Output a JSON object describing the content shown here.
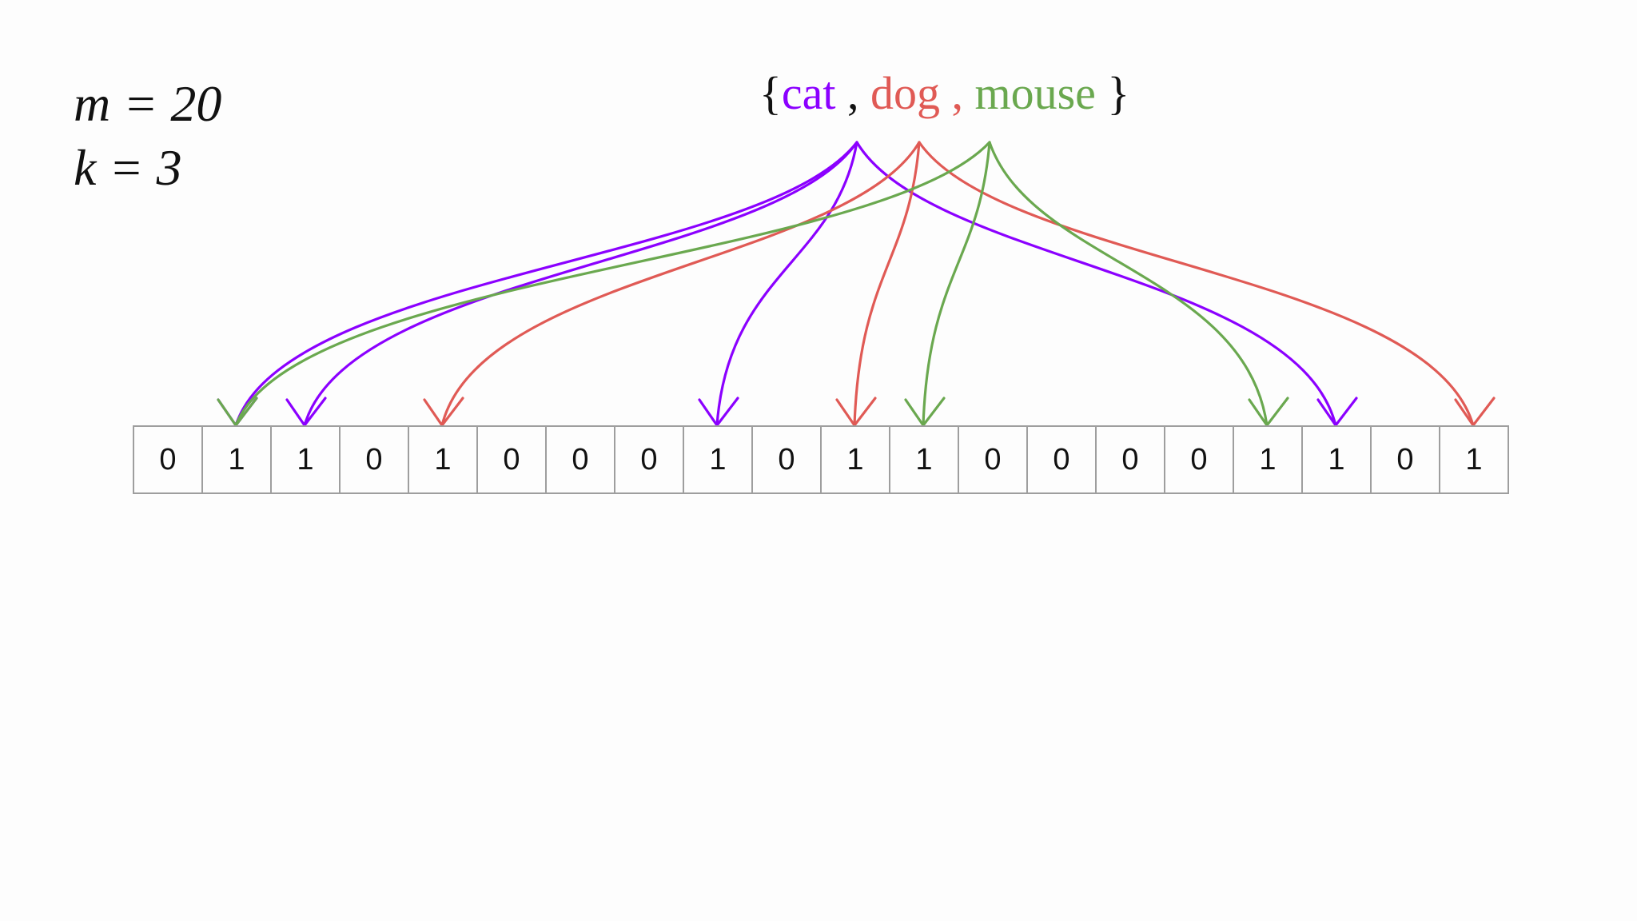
{
  "params": {
    "m_label": "m = 20",
    "k_label": "k = 3"
  },
  "set": {
    "open_brace": "{",
    "close_brace": " }",
    "separator": " , ",
    "items": [
      {
        "label": "cat",
        "color": "#8b00ff",
        "targets": [
          1,
          2,
          8,
          17
        ]
      },
      {
        "label": "dog",
        "color": "#e05a55",
        "targets": [
          4,
          10,
          19
        ]
      },
      {
        "label": "mouse",
        "color": "#6aa84f",
        "targets": [
          1,
          11,
          16
        ]
      }
    ]
  },
  "bits": [
    0,
    1,
    1,
    0,
    1,
    0,
    0,
    0,
    1,
    0,
    1,
    1,
    0,
    0,
    0,
    0,
    1,
    1,
    0,
    1
  ]
}
